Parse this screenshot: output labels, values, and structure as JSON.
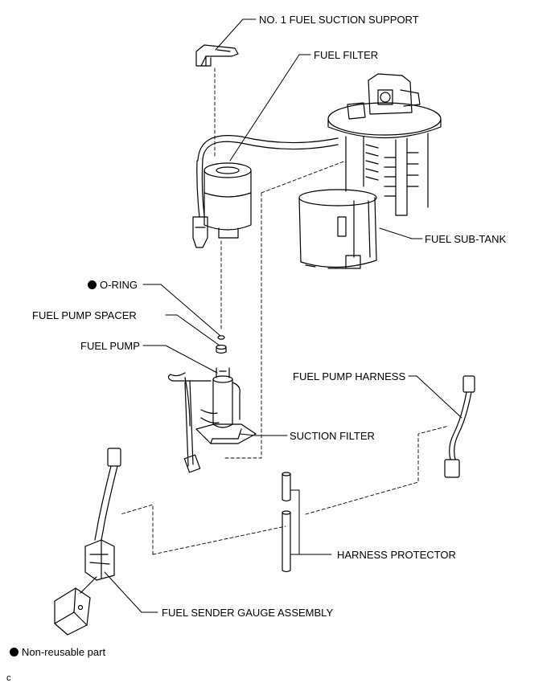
{
  "labels": {
    "suction_support": "NO. 1 FUEL SUCTION SUPPORT",
    "fuel_filter": "FUEL FILTER",
    "sub_tank": "FUEL SUB-TANK",
    "o_ring": "O-RING",
    "pump_spacer": "FUEL PUMP SPACER",
    "fuel_pump": "FUEL PUMP",
    "pump_harness": "FUEL PUMP HARNESS",
    "suction_filter": "SUCTION FILTER",
    "harness_protector": "HARNESS PROTECTOR",
    "sender_gauge": "FUEL SENDER GAUGE ASSEMBLY"
  },
  "legend": {
    "non_reusable": "Non-reusable part"
  },
  "corner_mark": "c"
}
